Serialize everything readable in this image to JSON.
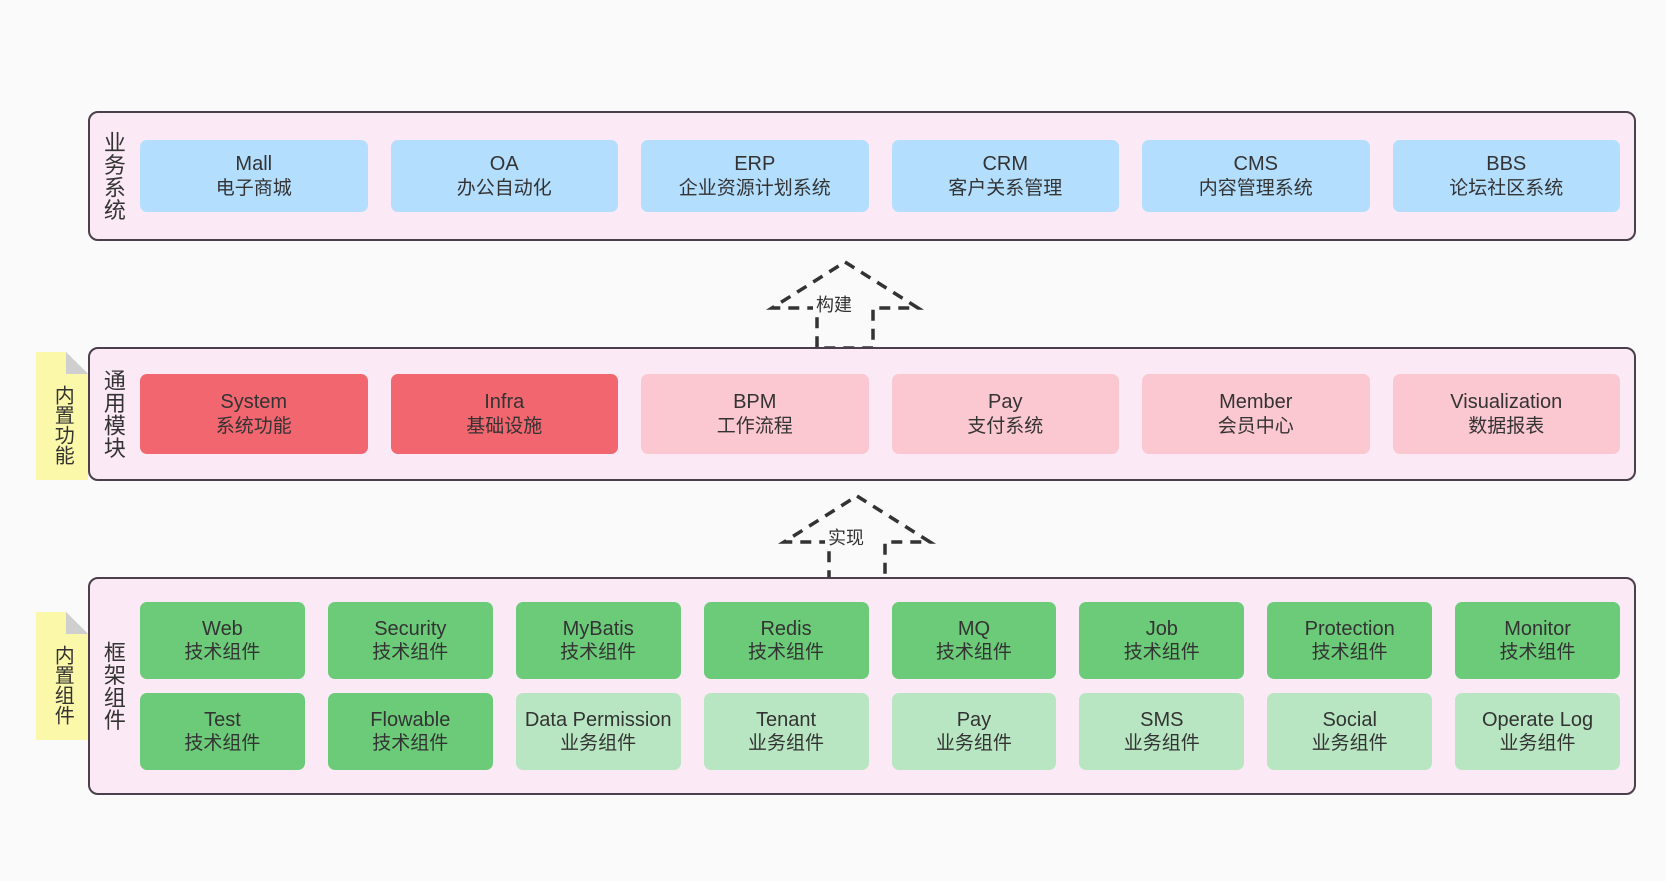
{
  "diagram": {
    "title": "yudao-cloud architecture layers",
    "background": "#fafafa",
    "panel_bg": "#fbe9f5",
    "panel_border": "#4a3f4a",
    "colors": {
      "business_box": "#b3defd",
      "core_module": "#f1666f",
      "optional_module": "#fbc7d0",
      "tech_component": "#6ccb79",
      "business_component": "#b9e6c2",
      "sticky_note": "#fbf8a9",
      "sticky_fold": "#cfcfcf"
    }
  },
  "layers": {
    "business": {
      "label": "业务系统",
      "rows": [
        [
          {
            "title": "Mall",
            "sub": "电子商城",
            "color": "c-blue"
          },
          {
            "title": "OA",
            "sub": "办公自动化",
            "color": "c-blue"
          },
          {
            "title": "ERP",
            "sub": "企业资源计划系统",
            "color": "c-blue"
          },
          {
            "title": "CRM",
            "sub": "客户关系管理",
            "color": "c-blue"
          },
          {
            "title": "CMS",
            "sub": "内容管理系统",
            "color": "c-blue"
          },
          {
            "title": "BBS",
            "sub": "论坛社区系统",
            "color": "c-blue"
          }
        ]
      ]
    },
    "common": {
      "label": "通用模块",
      "rows": [
        [
          {
            "title": "System",
            "sub": "系统功能",
            "color": "c-red"
          },
          {
            "title": "Infra",
            "sub": "基础设施",
            "color": "c-red"
          },
          {
            "title": "BPM",
            "sub": "工作流程",
            "color": "c-pink"
          },
          {
            "title": "Pay",
            "sub": "支付系统",
            "color": "c-pink"
          },
          {
            "title": "Member",
            "sub": "会员中心",
            "color": "c-pink"
          },
          {
            "title": "Visualization",
            "sub": "数据报表",
            "color": "c-pink"
          }
        ]
      ]
    },
    "framework": {
      "label": "框架组件",
      "rows": [
        [
          {
            "title": "Web",
            "sub": "技术组件",
            "color": "c-green"
          },
          {
            "title": "Security",
            "sub": "技术组件",
            "color": "c-green"
          },
          {
            "title": "MyBatis",
            "sub": "技术组件",
            "color": "c-green"
          },
          {
            "title": "Redis",
            "sub": "技术组件",
            "color": "c-green"
          },
          {
            "title": "MQ",
            "sub": "技术组件",
            "color": "c-green"
          },
          {
            "title": "Job",
            "sub": "技术组件",
            "color": "c-green"
          },
          {
            "title": "Protection",
            "sub": "技术组件",
            "color": "c-green"
          },
          {
            "title": "Monitor",
            "sub": "技术组件",
            "color": "c-green"
          }
        ],
        [
          {
            "title": "Test",
            "sub": "技术组件",
            "color": "c-green"
          },
          {
            "title": "Flowable",
            "sub": "技术组件",
            "color": "c-green"
          },
          {
            "title": "Data Permission",
            "sub": "业务组件",
            "color": "c-lightgreen"
          },
          {
            "title": "Tenant",
            "sub": "业务组件",
            "color": "c-lightgreen"
          },
          {
            "title": "Pay",
            "sub": "业务组件",
            "color": "c-lightgreen"
          },
          {
            "title": "SMS",
            "sub": "业务组件",
            "color": "c-lightgreen"
          },
          {
            "title": "Social",
            "sub": "业务组件",
            "color": "c-lightgreen"
          },
          {
            "title": "Operate Log",
            "sub": "业务组件",
            "color": "c-lightgreen"
          }
        ]
      ]
    }
  },
  "notes": [
    {
      "id": "features",
      "label": "内置功能"
    },
    {
      "id": "components",
      "label": "内置组件"
    }
  ],
  "arrows": [
    {
      "id": "build",
      "label": "构建"
    },
    {
      "id": "impl",
      "label": "实现"
    }
  ]
}
